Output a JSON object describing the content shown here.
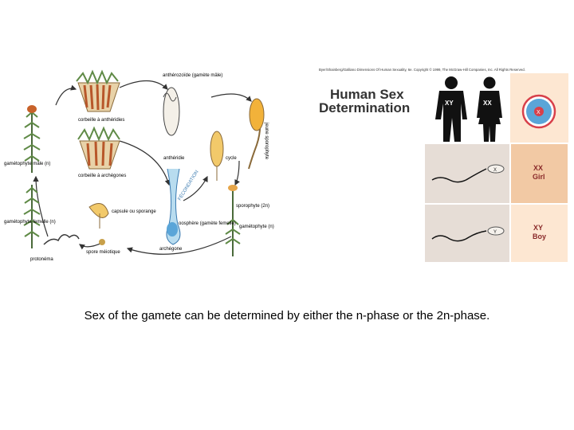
{
  "moss_cycle": {
    "labels": {
      "antheridia_cup": "corbeille à anthéridies",
      "archegonia_cup": "corbeille à archégones",
      "antherozoid": "anthérozoïde (gamète mâle)",
      "antheridium": "anthéridie",
      "cycle": "cycle",
      "fecundation": "FÉCONDATION",
      "male_gametophyte": "gamétophyte mâle (n)",
      "female_gametophyte": "gamétophyte femelle (n)",
      "capsule": "capsule ou sporange",
      "oosphere": "oosphère (gamète femelle)",
      "archegonium": "archégone",
      "sporophyte": "sporophyte (2n)",
      "gametophyte": "gamétophyte (n)",
      "protonema": "protonéma",
      "spore": "spore méiotique",
      "young_sporophyte": "jeune sporophyte"
    }
  },
  "sex_determination": {
    "credit": "Byer/Shainberg/Galliano   Dimensions Of Human Sexuality, 6e. Copyright © 1999, The McGraw-Hill Companies, Inc. All Rights Reserved.",
    "title_line1": "Human Sex",
    "title_line2": "Determination",
    "male_chrom": "XY",
    "female_chrom": "XX",
    "egg_chrom": "X",
    "sperm_x": "X",
    "sperm_y": "Y",
    "result_girl_chrom": "XX",
    "result_girl_label": "Girl",
    "result_boy_chrom": "XY",
    "result_boy_label": "Boy",
    "colors": {
      "egg_fill": "#5aa5d8",
      "egg_ring": "#d8404a",
      "panel_peach": "#f2c9a4",
      "panel_light": "#fde7d2",
      "sperm_panel": "#e6ddd6",
      "result_text": "#8a2a2a"
    }
  },
  "caption": "Sex of the gamete can be determined by either the n-phase or the 2n-phase."
}
